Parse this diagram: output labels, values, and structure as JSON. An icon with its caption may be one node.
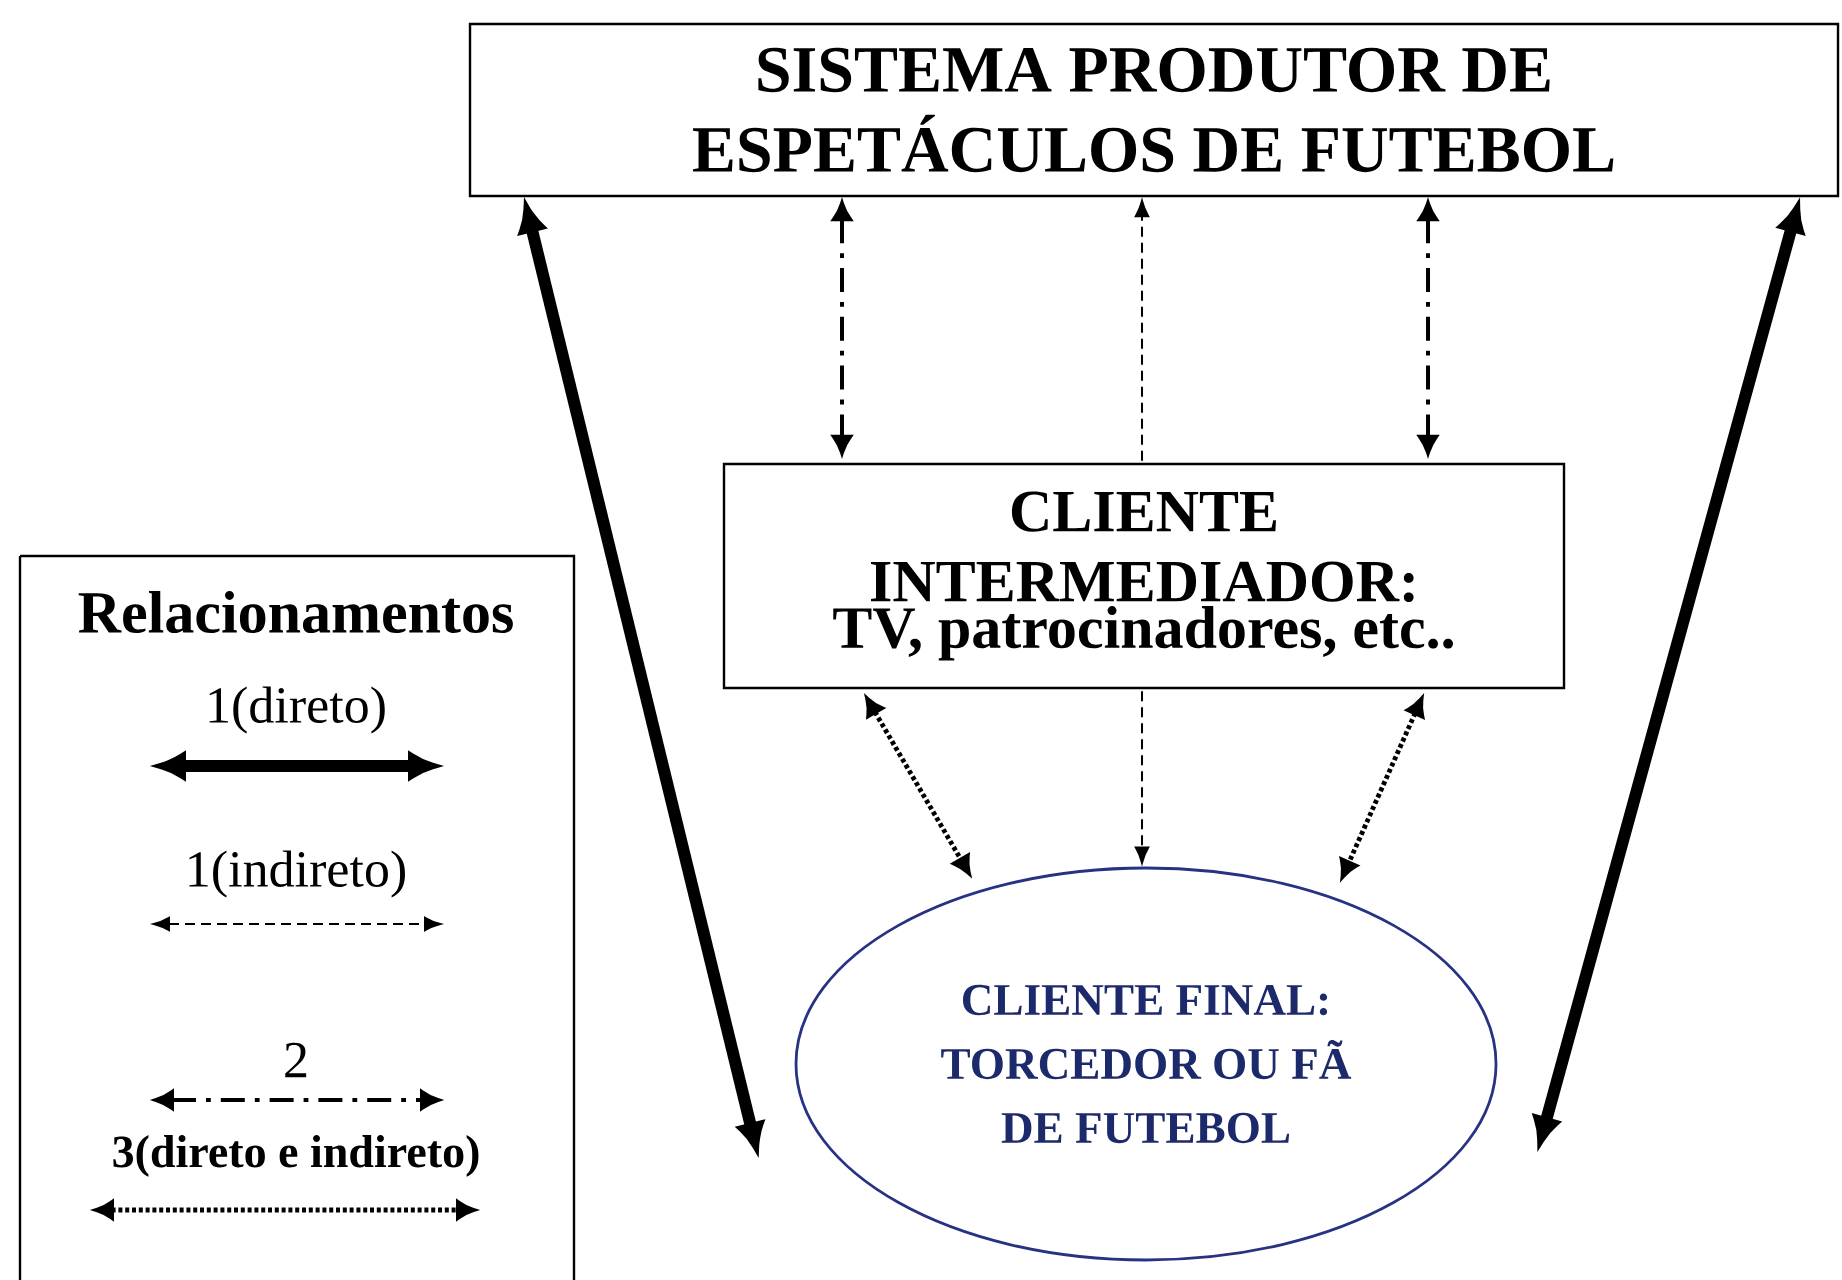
{
  "diagram": {
    "nodes": [
      {
        "text": [
          "SISTEMA PRODUTOR DE ESPETÁCULOS DE FUTEBOL"
        ]
      },
      {
        "text": [
          "CLIENTE INTERMEDIADOR:",
          "TV, patrocinadores, etc.."
        ]
      },
      {
        "text": [
          "CLIENTE FINAL: TORCEDOR OU FÃ DE FUTEBOL"
        ]
      }
    ],
    "edges": [
      {
        "from": 2,
        "to": 0,
        "arrow": "both",
        "style": "thick"
      },
      {
        "from": 2,
        "to": 0,
        "arrow": "both",
        "style": "thick"
      },
      {
        "from": 0,
        "to": 1,
        "arrow": "both",
        "style": "dashed"
      },
      {
        "from": 0,
        "to": 1,
        "arrow": "both",
        "style": "dashed"
      },
      {
        "from": 1,
        "to": 0,
        "arrow": "to",
        "style": "dashed"
      },
      {
        "from": 1,
        "to": 2,
        "arrow": "to",
        "style": "dashed"
      },
      {
        "from": 1,
        "to": 2,
        "arrow": "both",
        "style": "dashed"
      },
      {
        "from": 1,
        "to": 2,
        "arrow": "both",
        "style": "dashed"
      }
    ],
    "labels": [
      "Relacionamentos"
    ],
    "legend": [
      {
        "text": "1(direto)"
      },
      {
        "text": "1(indireto)"
      },
      {
        "text": "2"
      },
      {
        "text": "3(direto e indireto)"
      }
    ]
  }
}
